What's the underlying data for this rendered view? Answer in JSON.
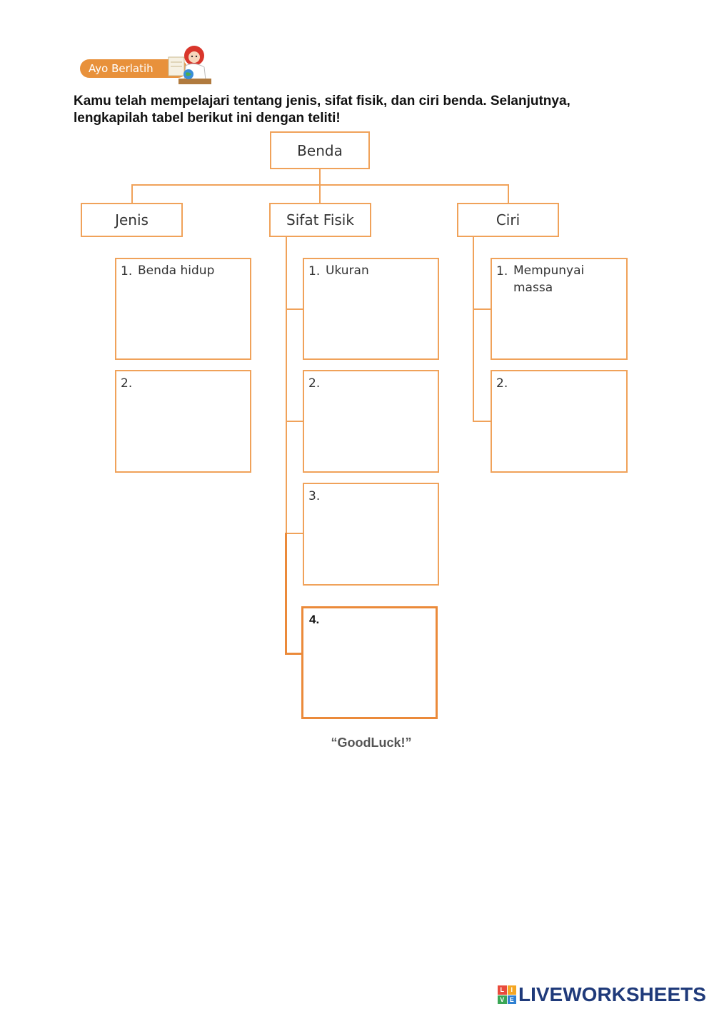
{
  "header": {
    "badge_label": "Ayo Berlatih"
  },
  "instruction": "Kamu telah mempelajari tentang jenis, sifat fisik, dan ciri benda. Selanjutnya, lengkapilah tabel berikut ini dengan teliti!",
  "diagram": {
    "root": "Benda",
    "categories": {
      "jenis": "Jenis",
      "sifat_fisik": "Sifat Fisik",
      "ciri": "Ciri"
    },
    "jenis_items": [
      {
        "num": "1.",
        "text": "Benda hidup"
      },
      {
        "num": "2.",
        "text": ""
      }
    ],
    "sifat_items": [
      {
        "num": "1.",
        "text": "Ukuran"
      },
      {
        "num": "2.",
        "text": ""
      },
      {
        "num": "3.",
        "text": ""
      },
      {
        "num": "4.",
        "text": ""
      }
    ],
    "ciri_items": [
      {
        "num": "1.",
        "text": "Mempunyai massa"
      },
      {
        "num": "2.",
        "text": ""
      }
    ]
  },
  "footer": {
    "goodluck": "“GoodLuck!”",
    "brand": "LIVEWORKSHEETS",
    "logo_letters": [
      "L",
      "I",
      "V",
      "E"
    ],
    "colors": {
      "orange": "#f0a25a",
      "badge": "#e8913b",
      "brand": "#1f3a7a"
    }
  }
}
